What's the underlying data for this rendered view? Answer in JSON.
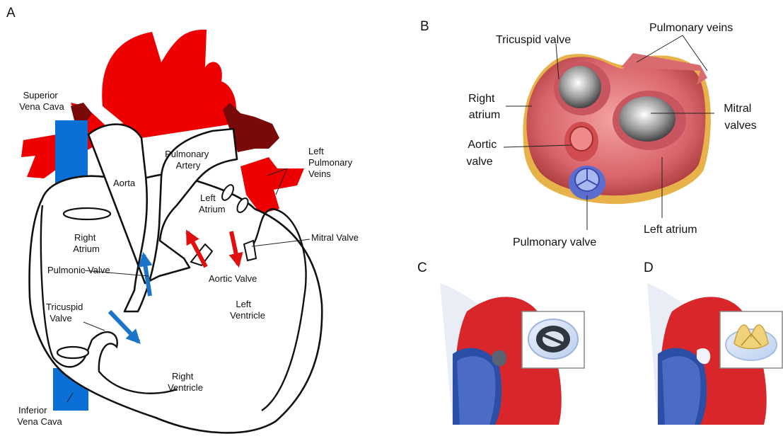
{
  "panel_letters": {
    "a": "A",
    "b": "B",
    "c": "C",
    "d": "D"
  },
  "panel_a": {
    "superior_vena_cava": [
      "Superior",
      "Vena Cava"
    ],
    "aorta": "Aorta",
    "pulmonary_artery": [
      "Pulmonary",
      "Artery"
    ],
    "left_pulmonary_veins": [
      "Left",
      "Pulmonary",
      "Veins"
    ],
    "left_atrium": [
      "Left",
      "Atrium"
    ],
    "right_atrium": [
      "Right",
      "Atrium"
    ],
    "mitral_valve": "Mitral Valve",
    "pulmonic_valve": "Pulmonic Valve",
    "aortic_valve": "Aortic Valve",
    "left_ventricle": [
      "Left",
      "Ventricle"
    ],
    "tricuspid_valve": [
      "Tricuspid",
      "Valve"
    ],
    "right_ventricle": [
      "Right",
      "Ventricle"
    ],
    "inferior_vena_cava": [
      "Inferior",
      "Vena Cava"
    ]
  },
  "panel_b": {
    "tricuspid_valve": "Tricuspid valve",
    "pulmonary_veins": "Pulmonary veins",
    "right_atrium": [
      "Right",
      "atrium"
    ],
    "mitral_valves": [
      "Mitral",
      "valves"
    ],
    "aortic_valve": [
      "Aortic",
      "valve"
    ],
    "left_atrium": "Left atrium",
    "pulmonary_valve": "Pulmonary valve"
  },
  "colors": {
    "oxygenated_blood": "#ee0000",
    "deoxygenated_blood": "#0a6fd6",
    "dark_vein": "#7a0a0a",
    "arrow_red": "#e01010",
    "arrow_blue": "#1a75c9"
  },
  "icons": {
    "flow_arrows": "blood-flow-arrow",
    "mechanical_valve": "mechanical-heart-valve-icon",
    "tissue_valve": "bioprosthetic-heart-valve-icon"
  }
}
